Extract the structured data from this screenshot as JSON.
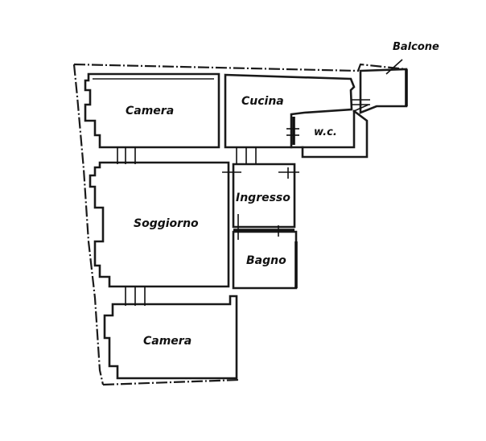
{
  "plan": {
    "labels": {
      "camera_top": "Camera",
      "cucina": "Cucina",
      "balcone": "Balcone",
      "wc": "w.c.",
      "soggiorno": "Soggiorno",
      "ingresso": "Ingresso",
      "bagno": "Bagno",
      "camera_bottom": "Camera"
    }
  }
}
